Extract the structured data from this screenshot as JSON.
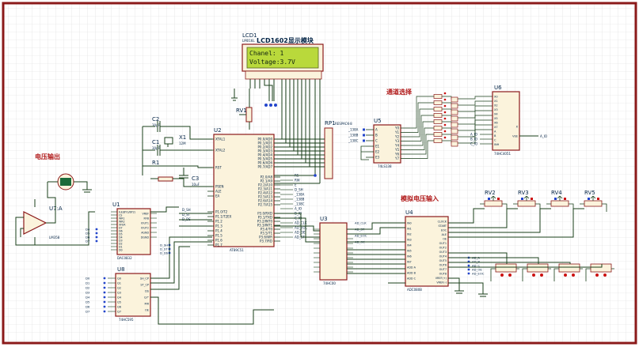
{
  "colors": {
    "border": "#8b1a1a",
    "grid": "#d8d8d8",
    "wire": "#1a3f1a",
    "chip": "#8b1a1a",
    "chipFill": "#fbf3dc",
    "label": "#002244",
    "lcdScreen": "#b9d93b",
    "lcdText": "#112211",
    "pinRed": "#cc1111",
    "pinBlue": "#2244cc",
    "title": "#b01818"
  },
  "lcd": {
    "ref": "LCD1",
    "part": "LM016L",
    "title": "LCD1602显示模块",
    "line1": "Chanel: 1",
    "line2": "Voltage:3.7V"
  },
  "section_labels": {
    "channel_select": "通道选择",
    "voltage_output": "电压输出",
    "analog_input": "模拟电压输入"
  },
  "refs": {
    "c2": "C2",
    "c1": "C1",
    "x1": "X1",
    "r1": "R1",
    "c3": "C3",
    "rv1": "RV1",
    "rp1": "RP1",
    "u2": "U2",
    "u5": "U5",
    "u6": "U6",
    "u1": "U1",
    "u7a": "U7:A",
    "u8": "U8",
    "u3": "U3",
    "u4": "U4",
    "rv2": "RV2",
    "rv3": "RV3",
    "rv4": "RV4",
    "rv5": "RV5"
  },
  "parts": {
    "u2": "AT89C51",
    "u5": "74LS138",
    "u6": "74HC4051",
    "u1": "DAC0832",
    "u7": "LM358",
    "u8": "74HC595",
    "u4": "ADC0808",
    "u3": "74HC00",
    "rp1": "RESPACK-8"
  },
  "misc": {
    "x1_freq": "12M",
    "c_val": "30pF",
    "r1_val": "10k",
    "c3_val": "10uF",
    "text": "<TEXT>"
  },
  "u2_pins": {
    "left": [
      "XTAL1",
      "XTAL2",
      "RST",
      "PSEN",
      "ALE",
      "EA",
      "P1.0/T2",
      "P1.1/T2EX",
      "P1.2",
      "P1.3",
      "P1.4",
      "P1.5",
      "P1.6",
      "P1.7"
    ],
    "right": [
      "P0.0/AD0",
      "P0.1/AD1",
      "P0.2/AD2",
      "P0.3/AD3",
      "P0.4/AD4",
      "P0.5/AD5",
      "P0.6/AD6",
      "P0.7/AD7",
      "P2.0/A8",
      "P2.1/A9",
      "P2.2/A10",
      "P2.3/A11",
      "P2.4/A12",
      "P2.5/A13",
      "P2.6/A14",
      "P2.7/A15",
      "P3.0/RXD",
      "P3.1/TXD",
      "P3.2/INT0",
      "P3.3/INT1",
      "P3.4/T0",
      "P3.5/T1",
      "P3.6/WR",
      "P3.7/RD"
    ]
  },
  "u2_net_labels": [
    "RS",
    "RW",
    "E",
    "D_SH",
    "_138A",
    "_138B",
    "_138C",
    "A_IO",
    "B_IO",
    "C_IO",
    "AD_CLK",
    "AD_EOC",
    "AD_OE",
    "AD_ST"
  ],
  "u2_left_nets": [
    "D_SH",
    "D_ST",
    "D_DS"
  ],
  "u5_pins": {
    "left": [
      "A",
      "B",
      "C",
      "E1",
      "E2",
      "E3"
    ],
    "right": [
      "Y0",
      "Y1",
      "Y2",
      "Y3",
      "Y4",
      "Y5",
      "Y6",
      "Y7"
    ]
  },
  "u5_nets": [
    "_138A",
    "_138B",
    "_138C"
  ],
  "u6_pins": {
    "left": [
      "X0",
      "X1",
      "X2",
      "X3",
      "X4",
      "X5",
      "X6",
      "X7",
      "A",
      "B",
      "C",
      "INH"
    ],
    "right": [
      "X",
      "VEE"
    ]
  },
  "u6_nets": [
    "A_IO",
    "B_IO",
    "C_IO"
  ],
  "u6_out": "A_IO",
  "u1_pins": {
    "left": [
      "ILE(BY1/BY2)",
      "CS",
      "WR1",
      "WR2",
      "XFER",
      "D7",
      "D6",
      "D5",
      "D4",
      "D3",
      "D2",
      "D1",
      "D0"
    ],
    "right": [
      "VREF",
      "RFB",
      "IOUT1",
      "IOUT2",
      "AGND",
      "DGND"
    ]
  },
  "u1_nets": [
    "D4",
    "D5",
    "D6",
    "D7",
    "D_SH",
    "D_ST",
    "D_DS"
  ],
  "u8_pins": {
    "left": [
      "Q0",
      "Q1",
      "Q2",
      "Q3",
      "Q4",
      "Q5",
      "Q6",
      "Q7"
    ],
    "right": [
      "SH_CP",
      "ST_CP",
      "DS",
      "Q7'",
      "MR",
      "OE"
    ]
  },
  "u8_nets": [
    "D0",
    "D1",
    "D2",
    "D3",
    "D4",
    "D5",
    "D6",
    "D7"
  ],
  "u3_nets": [
    "AD_CLK",
    "AD_ST",
    "AD_EOC",
    "AD_OE"
  ],
  "u4_pins": {
    "left": [
      "IN0",
      "IN1",
      "IN2",
      "IN3",
      "IN4",
      "IN5",
      "IN6",
      "IN7",
      "ADD A",
      "ADD B",
      "ADD C"
    ],
    "right": [
      "CLOCK",
      "START",
      "EOC",
      "ALE",
      "OE",
      "OUT1",
      "OUT2",
      "OUT3",
      "OUT4",
      "OUT5",
      "OUT6",
      "OUT7",
      "OUT8",
      "VREF(+)",
      "VREF(-)"
    ]
  },
  "u4_nets": [
    "AD_A",
    "AD_B",
    "AD_C",
    "AD_OE",
    "AD_EOC"
  ]
}
